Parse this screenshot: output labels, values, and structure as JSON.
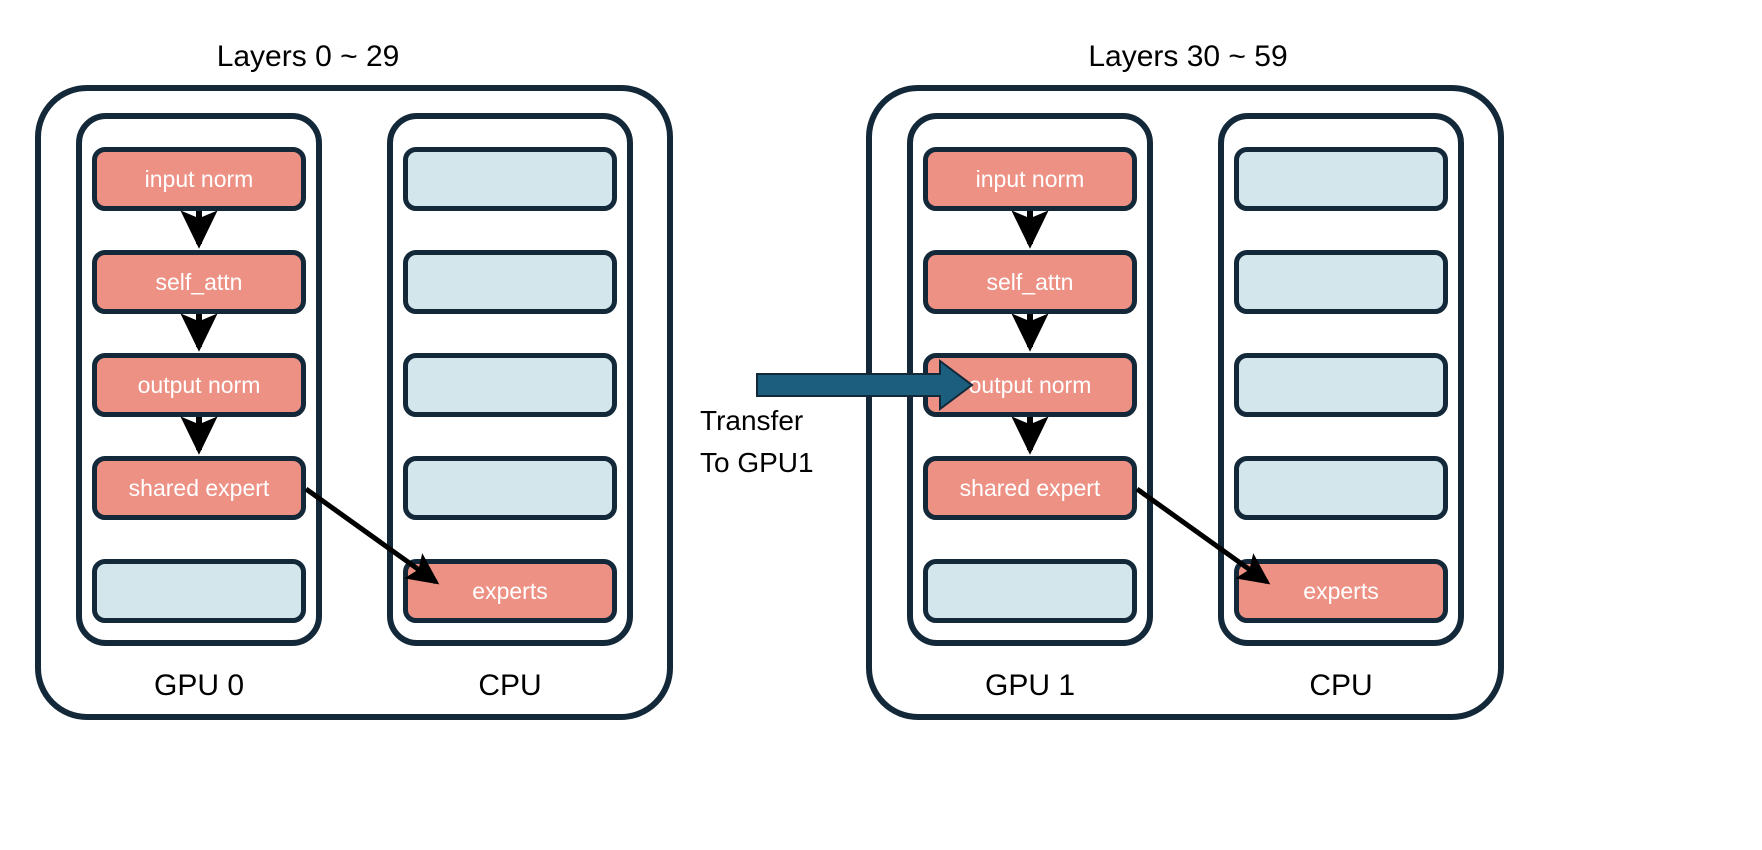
{
  "diagram": {
    "title_left": "Layers 0 ~ 29",
    "title_right": "Layers 30 ~ 59",
    "transfer": {
      "line1": "Transfer",
      "line2": "To GPU1",
      "arrow_color": "#1B5E7E"
    },
    "colors": {
      "outline": "#13293A",
      "salmon": "#EE9185",
      "light_blue": "#D2E6EC",
      "background": "#FFFFFF",
      "text_dark": "#000000",
      "text_on_block": "#FFFFFF"
    },
    "groups": [
      {
        "id": "left",
        "title": "Layers 0 ~ 29",
        "columns": [
          {
            "id": "gpu0",
            "label": "GPU 0",
            "blocks": [
              {
                "label": "input norm",
                "color": "salmon"
              },
              {
                "label": "self_attn",
                "color": "salmon"
              },
              {
                "label": "output norm",
                "color": "salmon"
              },
              {
                "label": "shared expert",
                "color": "salmon"
              },
              {
                "label": "",
                "color": "blue"
              }
            ]
          },
          {
            "id": "cpu0",
            "label": "CPU",
            "blocks": [
              {
                "label": "",
                "color": "blue"
              },
              {
                "label": "",
                "color": "blue"
              },
              {
                "label": "",
                "color": "blue"
              },
              {
                "label": "",
                "color": "blue"
              },
              {
                "label": "experts",
                "color": "salmon"
              }
            ]
          }
        ]
      },
      {
        "id": "right",
        "title": "Layers 30 ~ 59",
        "columns": [
          {
            "id": "gpu1",
            "label": "GPU 1",
            "blocks": [
              {
                "label": "input norm",
                "color": "salmon"
              },
              {
                "label": "self_attn",
                "color": "salmon"
              },
              {
                "label": "output norm",
                "color": "salmon"
              },
              {
                "label": "shared expert",
                "color": "salmon"
              },
              {
                "label": "",
                "color": "blue"
              }
            ]
          },
          {
            "id": "cpu1",
            "label": "CPU",
            "blocks": [
              {
                "label": "",
                "color": "blue"
              },
              {
                "label": "",
                "color": "blue"
              },
              {
                "label": "",
                "color": "blue"
              },
              {
                "label": "",
                "color": "blue"
              },
              {
                "label": "experts",
                "color": "salmon"
              }
            ]
          }
        ]
      }
    ],
    "flow_arrows": [
      {
        "from": "input norm",
        "to": "self_attn",
        "group": "left",
        "style": "vertical"
      },
      {
        "from": "self_attn",
        "to": "output norm",
        "group": "left",
        "style": "vertical"
      },
      {
        "from": "output norm",
        "to": "shared expert",
        "group": "left",
        "style": "vertical"
      },
      {
        "from": "shared expert",
        "to": "experts",
        "group": "left",
        "style": "diagonal"
      },
      {
        "from": "input norm",
        "to": "self_attn",
        "group": "right",
        "style": "vertical"
      },
      {
        "from": "self_attn",
        "to": "output norm",
        "group": "right",
        "style": "vertical"
      },
      {
        "from": "output norm",
        "to": "shared expert",
        "group": "right",
        "style": "vertical"
      },
      {
        "from": "shared expert",
        "to": "experts",
        "group": "right",
        "style": "diagonal"
      }
    ]
  }
}
